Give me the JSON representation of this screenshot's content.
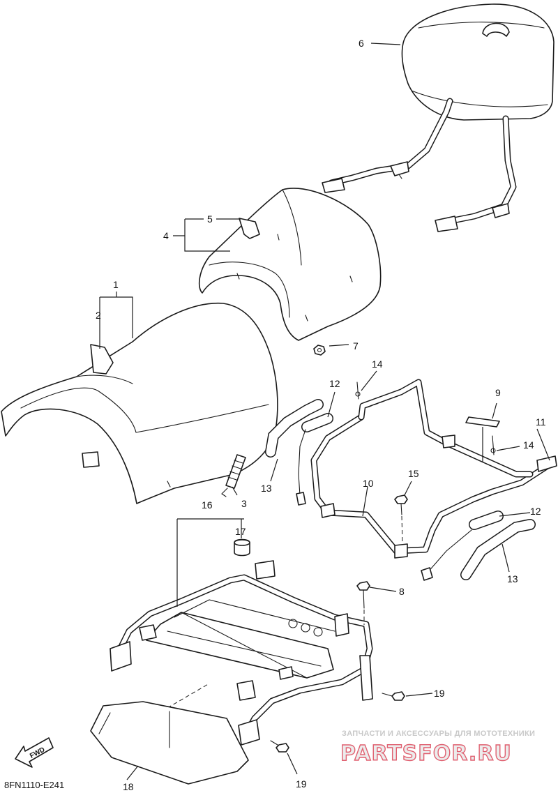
{
  "diagram_code": "8FN1110-E241",
  "fwd_label": "FWD",
  "watermark": {
    "tagline": "ЗАПЧАСТИ И АКСЕССУАРЫ ДЛЯ МОТОТЕХНИКИ",
    "brand": "PARTSFOR.RU"
  },
  "callouts": {
    "c1": "1",
    "c2": "2",
    "c3": "3",
    "c4": "4",
    "c5": "5",
    "c6": "6",
    "c7": "7",
    "c8": "8",
    "c9": "9",
    "c10": "10",
    "c11": "11",
    "c12a": "12",
    "c12b": "12",
    "c13a": "13",
    "c13b": "13",
    "c14a": "14",
    "c14b": "14",
    "c15": "15",
    "c16": "16",
    "c17": "17",
    "c18": "18",
    "c19a": "19",
    "c19b": "19"
  },
  "colors": {
    "line": "#1a1a1a",
    "watermark_outline": "#e06070",
    "background": "#ffffff"
  }
}
